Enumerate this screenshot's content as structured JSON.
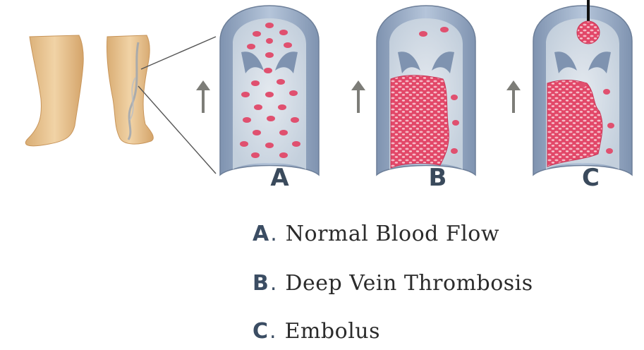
{
  "panels": [
    {
      "letter": "A"
    },
    {
      "letter": "B"
    },
    {
      "letter": "C"
    }
  ],
  "legend": [
    {
      "key": "A",
      "text": "Normal Blood Flow"
    },
    {
      "key": "B",
      "text": "Deep Vein Thrombosis"
    },
    {
      "key": "C",
      "text": "Embolus"
    }
  ],
  "colors": {
    "vein_wall": "#a7b9d1",
    "vein_lumen": "#dbe3ec",
    "blood_cell": "#e0506f",
    "clot": "#e24768",
    "skin": "#e9c596",
    "arrow": "#7d7d78",
    "label": "#3b4d63"
  }
}
